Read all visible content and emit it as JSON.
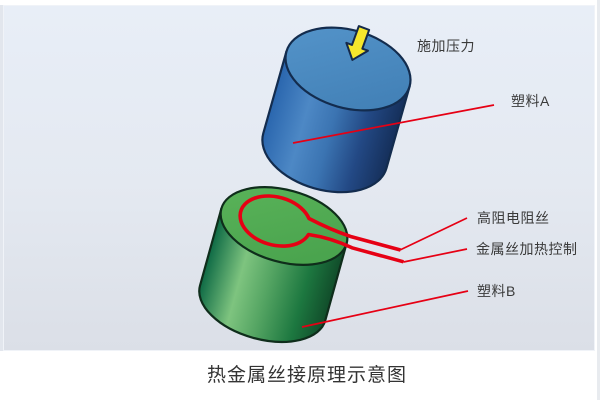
{
  "title": "热金属丝接原理示意图",
  "labels": {
    "pressure": "施加压力",
    "plastic_a": "塑料A",
    "resistance_wire": "高阻电阻丝",
    "heating_control": "金属丝加热控制",
    "plastic_b": "塑料B"
  },
  "colors": {
    "panel_top": "#e8eef7",
    "panel_bottom": "#dbdfe7",
    "blue_top_face": "#4d8fc4",
    "blue_body_highlight": "#4d88c5",
    "blue_body_dark": "#152f5a",
    "blue_outline": "#132c4e",
    "green_top_face": "#55ae56",
    "green_body_highlight": "#7ec47f",
    "green_body_dark": "#114c2a",
    "green_outline": "#0f2d1b",
    "wire_red": "#e60014",
    "arrow_yellow": "#f6e72c",
    "label_text": "#3a3a3a",
    "title_text": "#333333"
  }
}
